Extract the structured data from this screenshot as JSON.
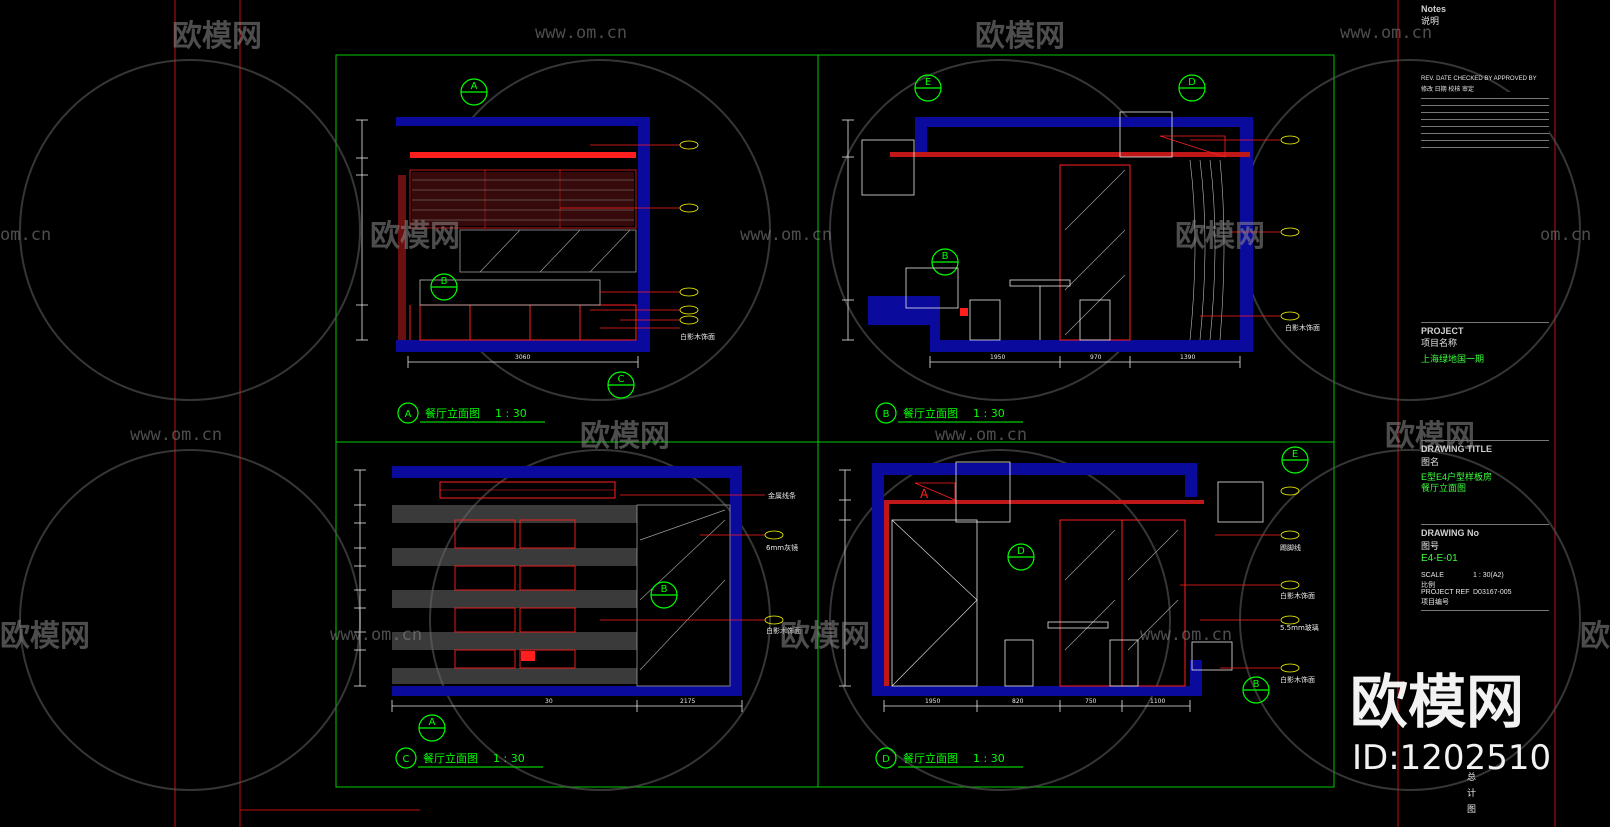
{
  "watermark": {
    "brand": "欧模网",
    "url": "www.om.cn",
    "url_short": "om.cn",
    "big_brand": "欧模网",
    "big_id": "ID:1202510"
  },
  "views": [
    {
      "letter": "A",
      "title": "餐厅立面图",
      "scale": "1 : 30"
    },
    {
      "letter": "B",
      "title": "餐厅立面图",
      "scale": "1 : 30"
    },
    {
      "letter": "C",
      "title": "餐厅立面图",
      "scale": "1 : 30"
    },
    {
      "letter": "D",
      "title": "餐厅立面图",
      "scale": "1 : 30"
    }
  ],
  "callout_labels": {
    "c_view_1": "金属线条",
    "c_view_2": "6mm灰镜",
    "c_view_3": "白影木饰面",
    "d_view_1": "踢脚线",
    "d_view_2": "白影木饰面",
    "d_view_3": "5.5mm玻璃",
    "d_view_4": "白影木饰面",
    "a_view_1": "白影木饰面",
    "b_view_1": "白影木饰面"
  },
  "dimensions": {
    "a_bottom": "3060",
    "b_bottom": [
      "1950",
      "970",
      "1390"
    ],
    "d_bottom": [
      "1950",
      "820",
      "750",
      "1100"
    ],
    "c_bottom": [
      "30",
      "2175"
    ]
  },
  "title_block": {
    "notes_label": "Notes",
    "notes_cn": "说明",
    "rev_header": "REV.   DATE    CHECKED BY  APPROVED BY",
    "rev_header_cn": "修改   日期       校核         审定",
    "project_label": "PROJECT",
    "project_cn": "项目名称",
    "project_name": "上海绿地国一期",
    "drawing_title_label": "DRAWING TITLE",
    "drawing_title_cn": "图名",
    "drawing_title_1": "E型E4户型样板房",
    "drawing_title_2": "餐厅立面图",
    "drawing_no_label": "DRAWING No",
    "drawing_no_cn": "图号",
    "drawing_no": "E4-E-01",
    "scale_label": "SCALE",
    "scale_value": "1 : 30(A2)",
    "scale_cn": "比例",
    "project_ref_label": "PROJECT REF",
    "project_ref_value": "D03167-005",
    "project_ref_cn": "项目编号",
    "bottom_cn_1": "总",
    "bottom_cn_2": "计",
    "bottom_cn_3": "图"
  },
  "colors": {
    "background": "#000000",
    "frame_green": "#00ff00",
    "wall_blue": "#0a0a9c",
    "detail_red": "#ff1f1f",
    "cad_white": "#e8e8e8",
    "cad_yellow": "#ffff00"
  }
}
